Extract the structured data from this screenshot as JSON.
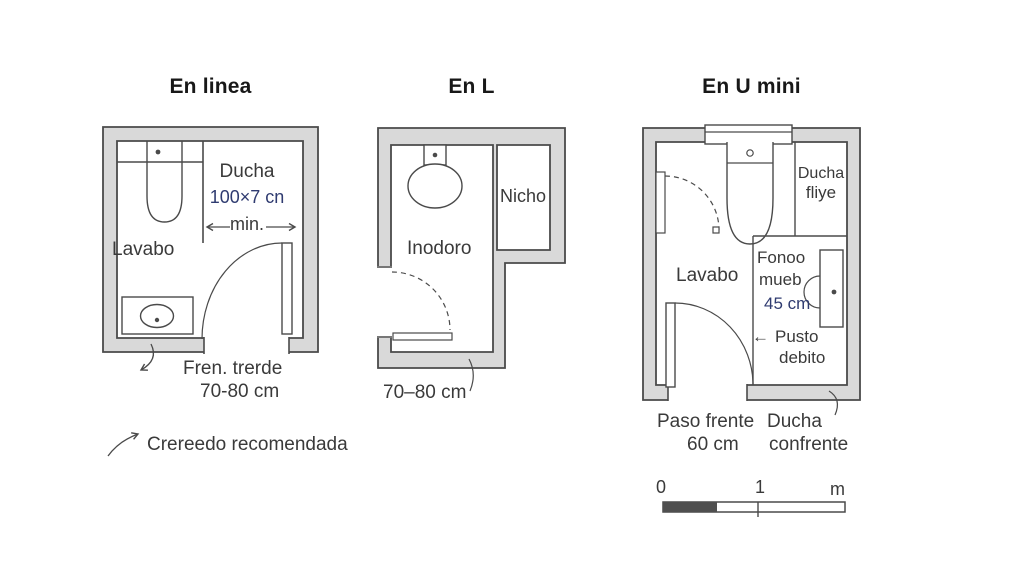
{
  "colors": {
    "wall_fill": "#d9d9d9",
    "outline": "#4a4a4a",
    "text": "#3a3a3a",
    "accent_blue": "#2f3b70",
    "background": "#ffffff"
  },
  "plans": [
    {
      "title": "En linea",
      "labels": {
        "shower": "Ducha",
        "shower_dim": "100×7 cn",
        "min": "min.",
        "sink": "Lavabo"
      },
      "notes": {
        "front_line1": "Fren. trerde",
        "front_line2": "70-80 cm"
      }
    },
    {
      "title": "En L",
      "labels": {
        "niche": "Nicho",
        "toilet": "Inodoro"
      },
      "notes": {
        "width": "70–80 cm"
      }
    },
    {
      "title": "En U mini",
      "labels": {
        "shower_line1": "Ducha",
        "shower_line2": "fliye",
        "sink": "Lavabo",
        "cabinet_line1": "Fonoo",
        "cabinet_line2": "mueb",
        "cabinet_depth": "45 cm",
        "arrow": "←",
        "pusto_line1": "Pusto",
        "pusto_line2": "debito"
      },
      "notes": {
        "paso_line1": "Paso frente",
        "paso_line2": "60 cm",
        "ducha_line1": "Ducha",
        "ducha_line2": "confrente"
      }
    }
  ],
  "footnote": "Crereedo recomendada",
  "scale_bar": {
    "start": "0",
    "middle": "1",
    "unit": "m"
  }
}
